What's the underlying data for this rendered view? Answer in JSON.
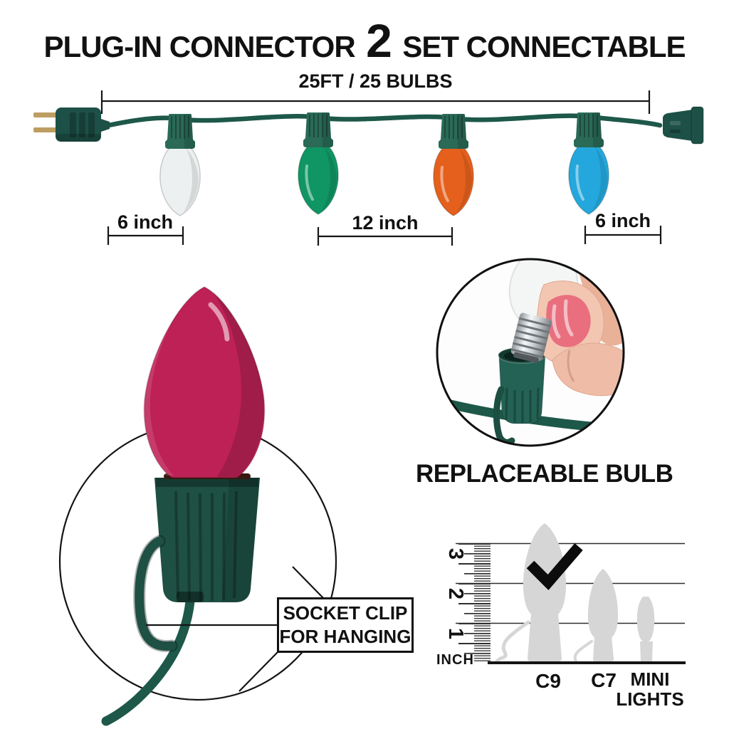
{
  "title": {
    "part1": "PLUG-IN CONNECTOR",
    "big_number": "2",
    "part2": "SET CONNECTABLE"
  },
  "string_diagram": {
    "total_measurement": "25FT / 25 BULBS",
    "left_spacing": "6 inch",
    "middle_spacing": "12 inch",
    "right_spacing": "6 inch",
    "wire_color": "#1d5849",
    "socket_color": "#2a6a57",
    "plug_color": "#1d5046",
    "prong_color": "#bd9d62",
    "bulbs": [
      {
        "color_name": "white",
        "color": "#edf0f0"
      },
      {
        "color_name": "green",
        "color": "#109564"
      },
      {
        "color_name": "orange",
        "color": "#e4601c"
      },
      {
        "color_name": "blue",
        "color": "#24a7dc"
      }
    ]
  },
  "closeup": {
    "callout_line1": "SOCKET CLIP",
    "callout_line2": "FOR HANGING",
    "bulb_color": "#bd2156",
    "socket_color": "#1e5044"
  },
  "inset": {
    "caption": "REPLACEABLE BULB"
  },
  "size_chart": {
    "unit_label": "INCH",
    "ruler_numbers": [
      "3",
      "2",
      "1"
    ],
    "silhouette_color": "#d6d6d6",
    "check_color": "#0c0c0c",
    "bulb_types": [
      {
        "label": "C9",
        "approx_height_inches": 3.5,
        "selected": true
      },
      {
        "label": "C7",
        "approx_height_inches": 2.3,
        "selected": false
      },
      {
        "label": "MINI LIGHTS",
        "approx_height_inches": 1.6,
        "selected": false
      }
    ]
  }
}
